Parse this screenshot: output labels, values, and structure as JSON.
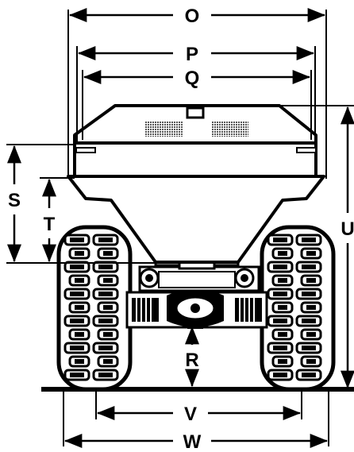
{
  "dimension_labels": {
    "o": "O",
    "p": "P",
    "q": "Q",
    "r": "R",
    "s": "S",
    "t": "T",
    "u": "U",
    "v": "V",
    "w": "W"
  },
  "colors": {
    "line": "#000000",
    "background": "#ffffff",
    "grille": "#8a8a8a"
  }
}
